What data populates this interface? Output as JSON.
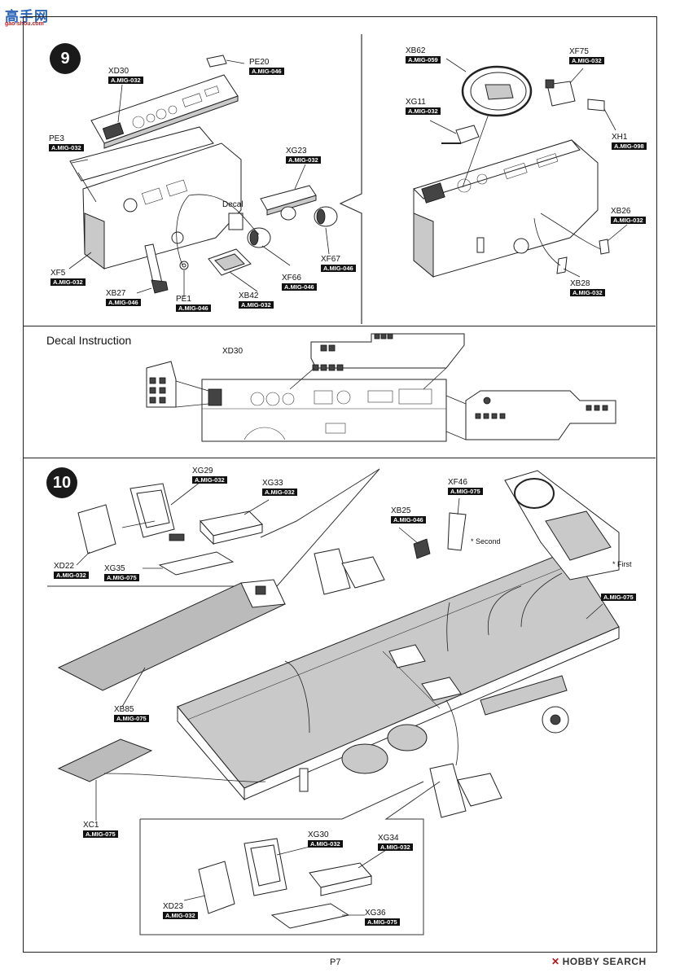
{
  "logo": {
    "text": "高手网",
    "url": "gao-shou.com"
  },
  "page_number": "P7",
  "watermark": {
    "mark": "✕",
    "text": "HOBBY SEARCH"
  },
  "step9": {
    "number": "9",
    "labels": {
      "xd30": {
        "name": "XD30",
        "code": "A.MIG-032"
      },
      "pe20": {
        "name": "PE20",
        "code": "A.MIG-046"
      },
      "pe3": {
        "name": "PE3",
        "code": "A.MIG-032"
      },
      "xg23": {
        "name": "XG23",
        "code": "A.MIG-032"
      },
      "decal": {
        "name": "Decal"
      },
      "xf5": {
        "name": "XF5",
        "code": "A.MIG-032"
      },
      "xb27": {
        "name": "XB27",
        "code": "A.MIG-046"
      },
      "pe1": {
        "name": "PE1",
        "code": "A.MIG-046"
      },
      "xb42": {
        "name": "XB42",
        "code": "A.MIG-032"
      },
      "xf66": {
        "name": "XF66",
        "code": "A.MIG-046"
      },
      "xf67": {
        "name": "XF67",
        "code": "A.MIG-046"
      },
      "xb62": {
        "name": "XB62",
        "code": "A.MIG-059"
      },
      "xf75": {
        "name": "XF75",
        "code": "A.MIG-032"
      },
      "xg11": {
        "name": "XG11",
        "code": "A.MIG-032"
      },
      "xh1": {
        "name": "XH1",
        "code": "A.MIG-098"
      },
      "xb26": {
        "name": "XB26",
        "code": "A.MIG-032"
      },
      "xb28": {
        "name": "XB28",
        "code": "A.MIG-032"
      }
    }
  },
  "decal_instruction": {
    "title": "Decal Instruction",
    "xd30": "XD30"
  },
  "step10": {
    "number": "10",
    "labels": {
      "xg29": {
        "name": "XG29",
        "code": "A.MIG-032"
      },
      "xg33": {
        "name": "XG33",
        "code": "A.MIG-032"
      },
      "xd22": {
        "name": "XD22",
        "code": "A.MIG-032"
      },
      "xg35": {
        "name": "XG35",
        "code": "A.MIG-075"
      },
      "xb25": {
        "name": "XB25",
        "code": "A.MIG-046"
      },
      "xf46": {
        "name": "XF46",
        "code": "A.MIG-075"
      },
      "floor": {
        "code": "A.MIG-075"
      },
      "xb85": {
        "name": "XB85",
        "code": "A.MIG-075"
      },
      "xc1": {
        "name": "XC1",
        "code": "A.MIG-075"
      },
      "xg30": {
        "name": "XG30",
        "code": "A.MIG-032"
      },
      "xg34": {
        "name": "XG34",
        "code": "A.MIG-032"
      },
      "xd23": {
        "name": "XD23",
        "code": "A.MIG-032"
      },
      "xg36": {
        "name": "XG36",
        "code": "A.MIG-075"
      }
    },
    "notes": {
      "second": "* Second",
      "first": "* First"
    }
  }
}
